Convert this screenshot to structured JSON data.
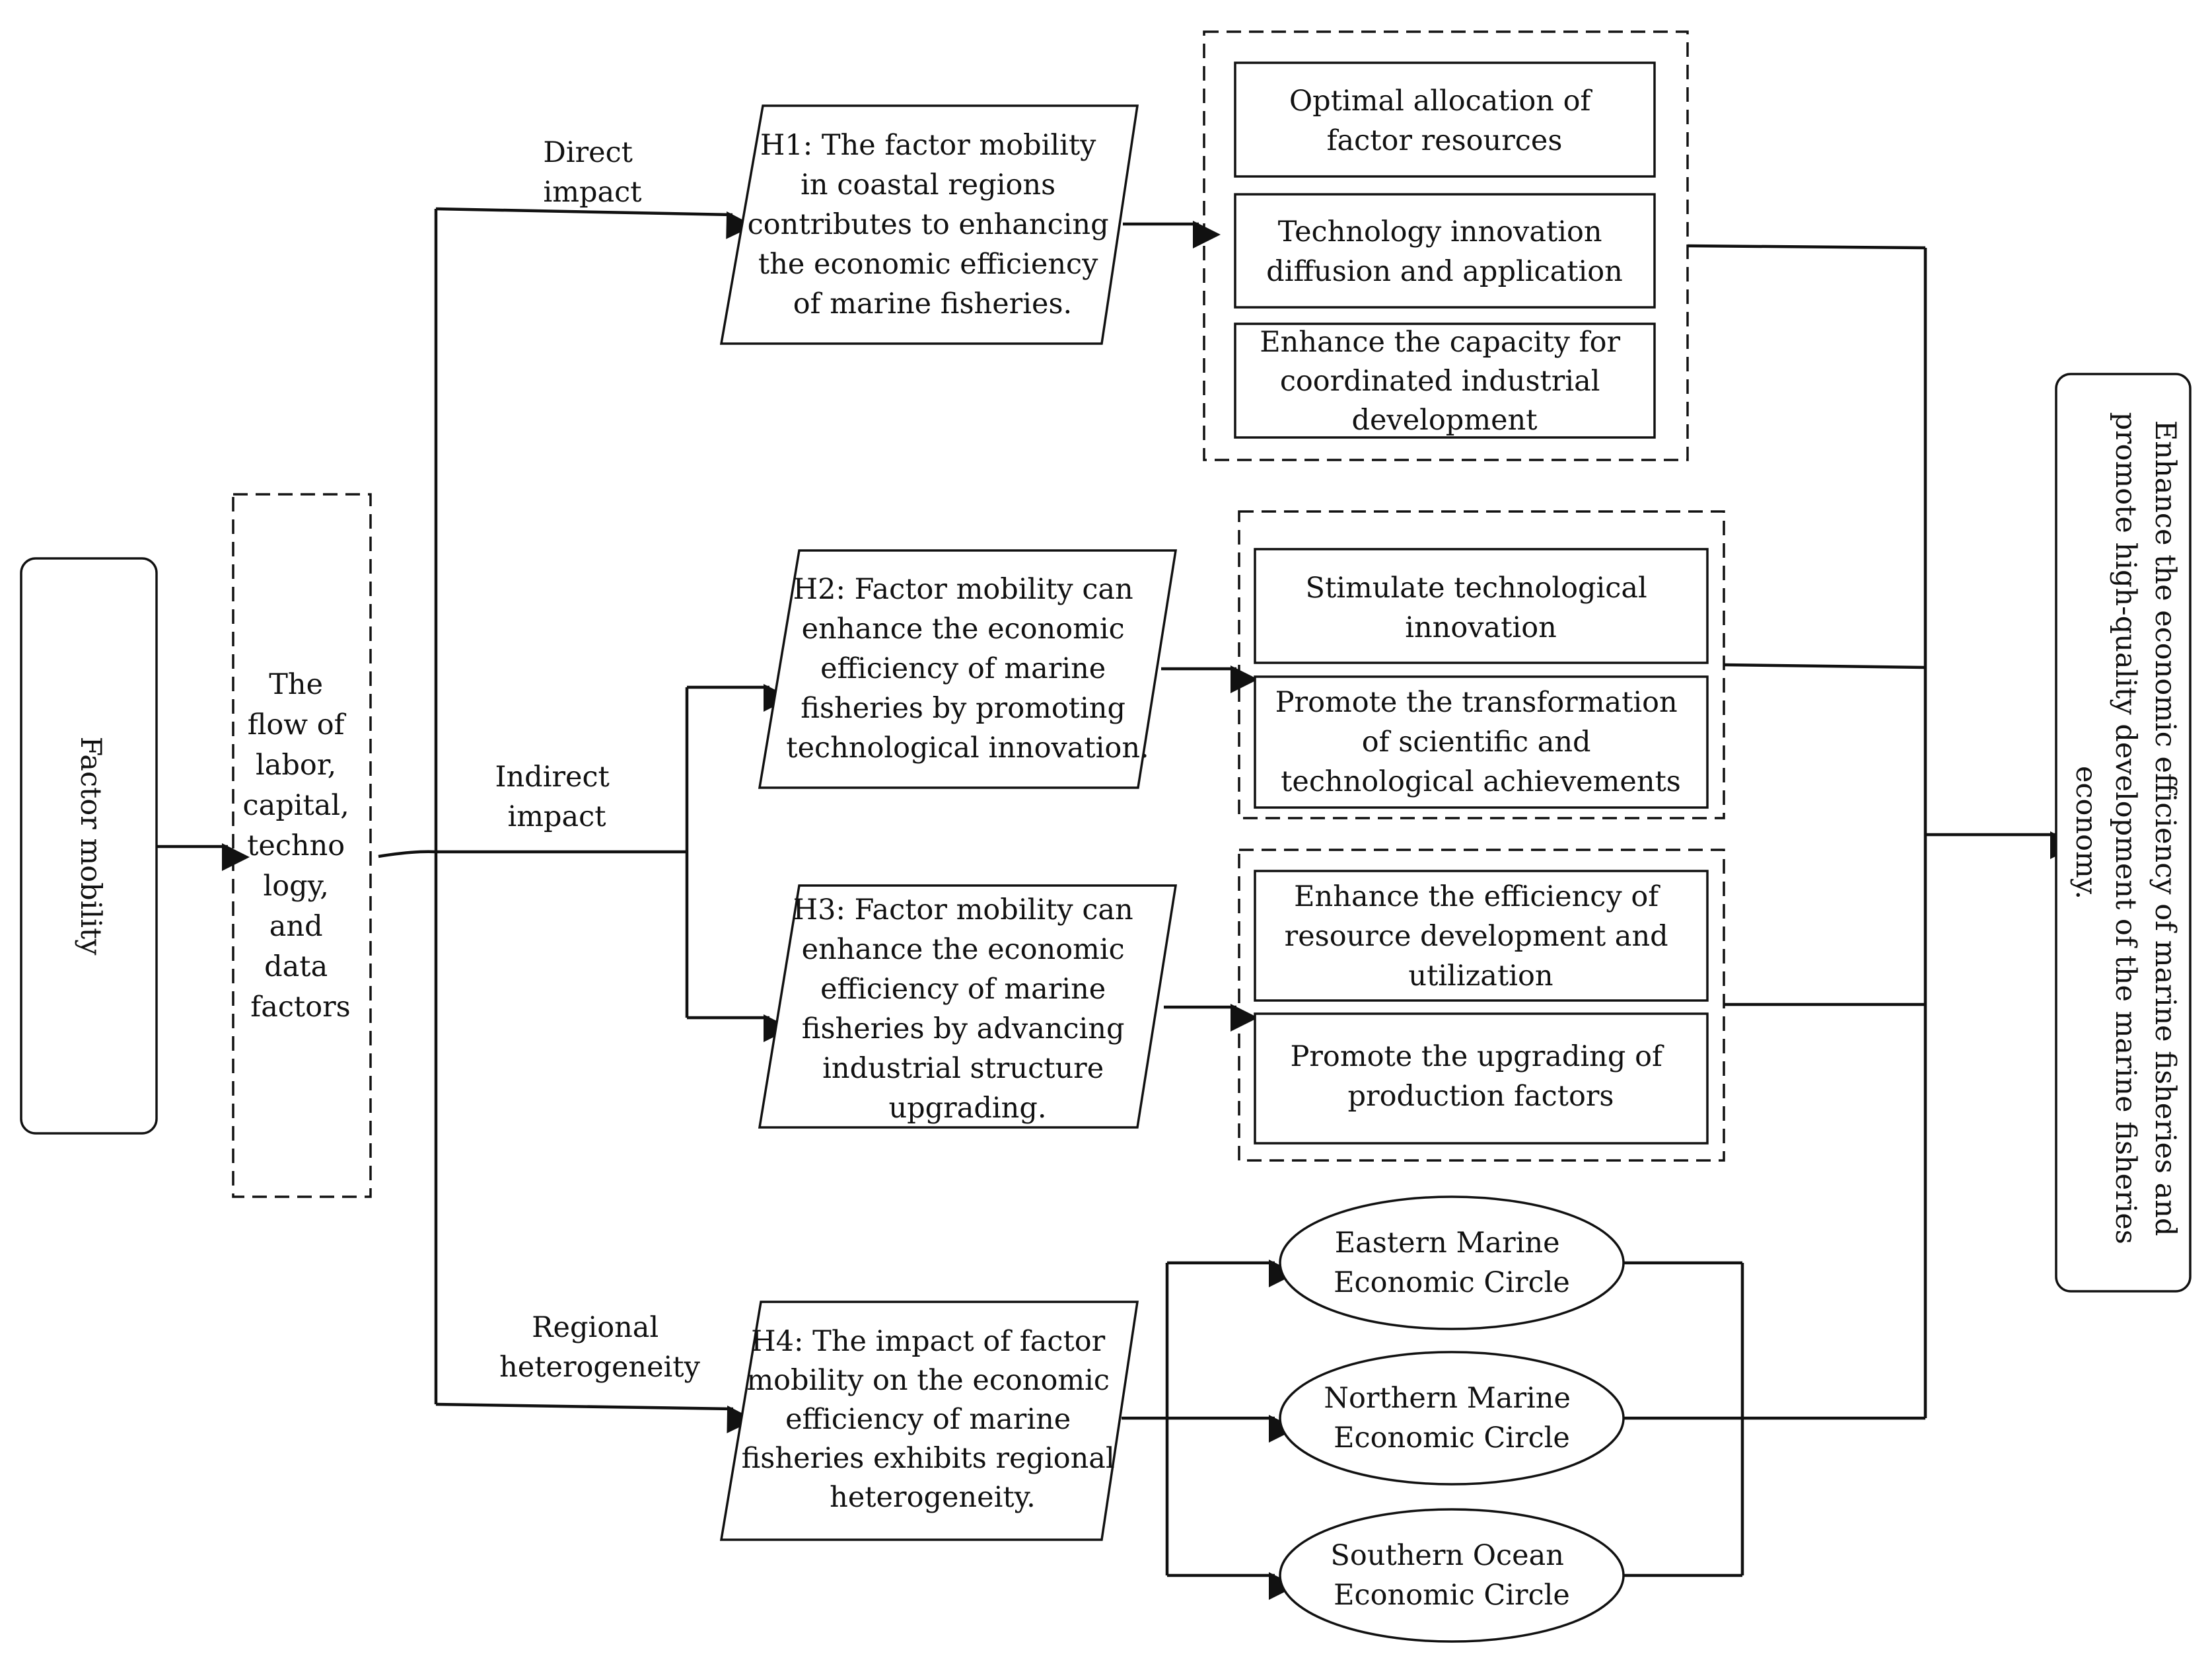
{
  "source": {
    "label": "Factor mobility"
  },
  "factors": {
    "lines": [
      "The",
      "flow of",
      "labor,",
      "capital,",
      "techno",
      "logy,",
      "and",
      "data",
      "factors"
    ]
  },
  "branch_labels": {
    "direct": [
      "Direct",
      "impact"
    ],
    "indirect": [
      "Indirect",
      "impact"
    ],
    "regional": [
      "Regional",
      "heterogeneity"
    ]
  },
  "hypotheses": {
    "h1": [
      "H1: The factor mobility",
      "in coastal regions",
      "contributes to enhancing",
      "the economic efficiency",
      "of marine fisheries."
    ],
    "h2": [
      "H2: Factor mobility can",
      "enhance the economic",
      "efficiency of marine",
      "fisheries by promoting",
      "technological innovation."
    ],
    "h3": [
      "H3: Factor mobility can",
      "enhance the economic",
      "efficiency of marine",
      "fisheries by advancing",
      "industrial structure",
      "upgrading."
    ],
    "h4": [
      "H4: The impact of factor",
      "mobility on the economic",
      "efficiency of marine",
      "fisheries exhibits regional",
      "heterogeneity."
    ]
  },
  "mechanisms": {
    "direct": [
      [
        "Optimal allocation of",
        "factor resources"
      ],
      [
        "Technology innovation",
        "diffusion and application"
      ],
      [
        "Enhance the capacity for",
        "coordinated industrial",
        "development"
      ]
    ],
    "technological": [
      [
        "Stimulate technological",
        "innovation"
      ],
      [
        "Promote the transformation",
        "of scientific and",
        "technological achievements"
      ]
    ],
    "industrial": [
      [
        "Enhance the efficiency of",
        "resource development and",
        "utilization"
      ],
      [
        "Promote the upgrading of",
        "production factors"
      ]
    ]
  },
  "regions": [
    [
      "Eastern Marine",
      "Economic Circle"
    ],
    [
      "Northern Marine",
      "Economic Circle"
    ],
    [
      "Southern Ocean",
      "Economic Circle"
    ]
  ],
  "outcome": {
    "lines": [
      "Enhance the economic efficiency of marine fisheries and",
      "promote high-quality development of the marine fisheries",
      "economy."
    ]
  }
}
